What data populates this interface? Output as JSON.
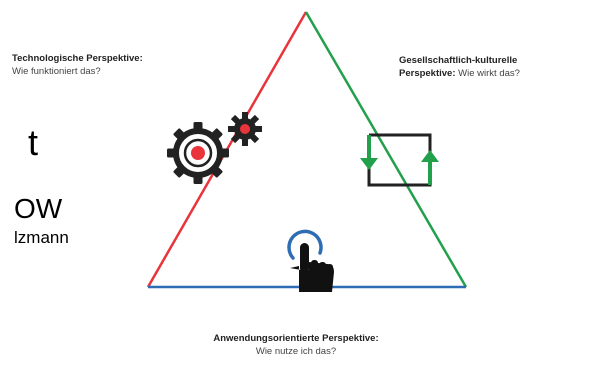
{
  "corners": {
    "technological": {
      "title": "Technologische Perspektive:",
      "subtitle": "Wie funktioniert das?",
      "color": "#e8343a"
    },
    "societal": {
      "title": "Gesellschaftlich-kulturelle",
      "title2": "Perspektive:",
      "subtitle": "Wie wirkt das?",
      "color": "#22a04b"
    },
    "application": {
      "title": "Anwendungsorientierte Perspektive:",
      "subtitle": "Wie nutze ich das?",
      "color": "#2e6db4"
    }
  },
  "fragments": {
    "t": "t",
    "ow": "OW",
    "lzmann": "lzmann"
  },
  "icons": [
    "gear-icon",
    "cycle-arrows-icon",
    "touch-hand-icon"
  ]
}
